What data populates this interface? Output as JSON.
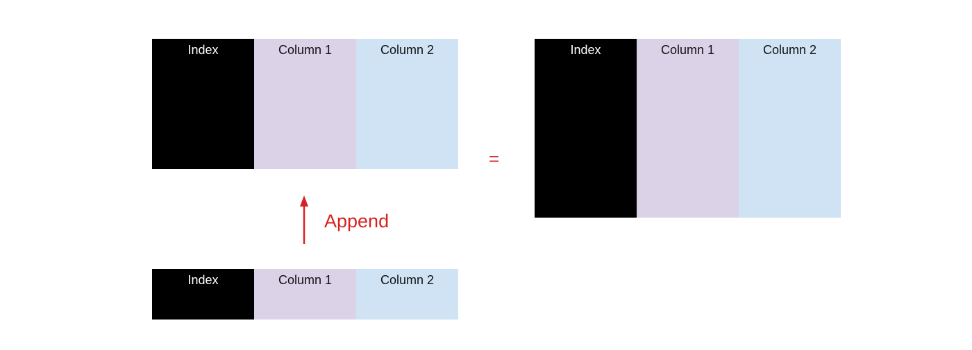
{
  "colors": {
    "index": "#000000",
    "column1": "#dcd2e8",
    "column2": "#cfe3f4",
    "accent": "#d62222"
  },
  "tables": {
    "top": {
      "index": "Index",
      "column1": "Column 1",
      "column2": "Column 2"
    },
    "bottom": {
      "index": "Index",
      "column1": "Column 1",
      "column2": "Column 2"
    },
    "result": {
      "index": "Index",
      "column1": "Column 1",
      "column2": "Column 2"
    }
  },
  "operation": {
    "append_label": "Append",
    "equals": "=",
    "arrow_icon": "arrow-up-icon"
  }
}
